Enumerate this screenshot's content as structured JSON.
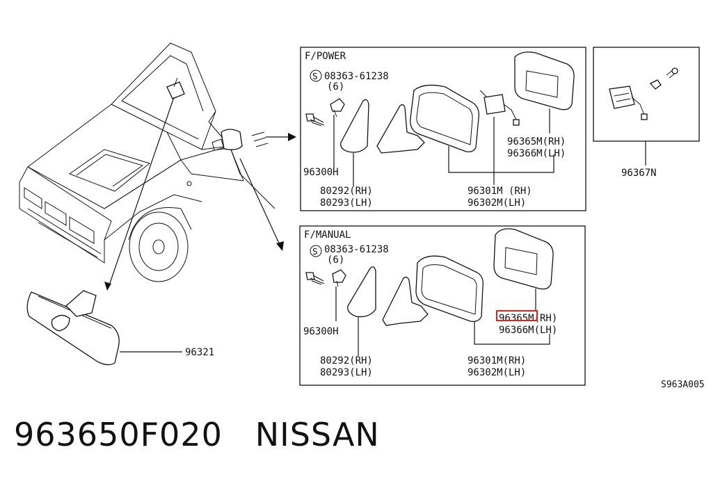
{
  "diagram": {
    "power_box_title": "F/POWER",
    "manual_box_title": "F/MANUAL",
    "drawing_code": "S963A005",
    "highlight_color": "#e0221c",
    "power": {
      "screw_num": "08363-61238",
      "screw_qty": "(6)",
      "clip_num": "96300H",
      "cover_rh": "80292(RH)",
      "cover_lh": "80293(LH)",
      "mirror_rh": "96301M (RH)",
      "mirror_lh": "96302M(LH)",
      "glass_rh": "96365M(RH)",
      "glass_lh": "96366M(LH)"
    },
    "actuator_num": "96367N",
    "manual": {
      "screw_num": "08363-61238",
      "screw_qty": "(6)",
      "clip_num": "96300H",
      "cover_rh": "80292(RH)",
      "cover_lh": "80293(LH)",
      "mirror_rh": "96301M(RH)",
      "mirror_lh": "96302M(LH)",
      "glass_rh": "96365M(RH)",
      "glass_lh": "96366M(LH)"
    },
    "inner_mirror_num": "96321"
  },
  "caption": {
    "part_number": "963650F020",
    "brand": "NISSAN"
  }
}
